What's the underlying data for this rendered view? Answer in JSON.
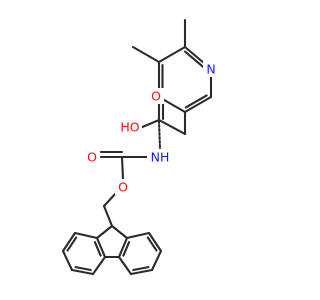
{
  "structure": {
    "atom_labels": {
      "pyridine_n": "N",
      "acid_o_double": "O",
      "acid_oh": "HO",
      "amide_nh": "NH",
      "carbamate_o_double": "O",
      "carbamate_o_ether": "O"
    },
    "colors": {
      "bond": "#2b2b2b",
      "nitrogen": "#1a1aff",
      "oxygen": "#ff0d0d",
      "background": "#ffffff"
    }
  }
}
